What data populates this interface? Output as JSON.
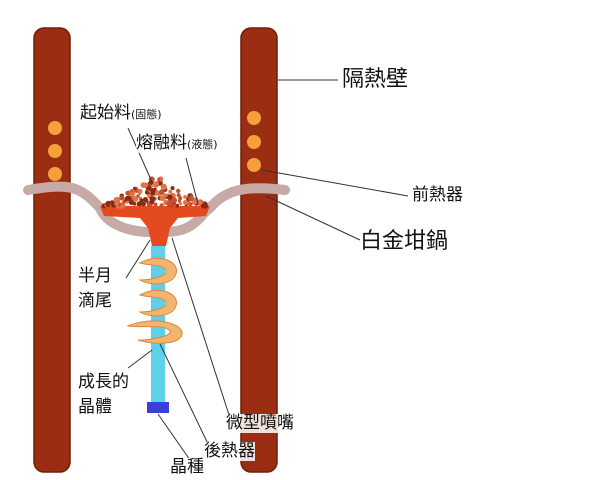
{
  "colors": {
    "wall": "#9b2e12",
    "wall_edge": "#6f1e08",
    "preheater_dot": "#f5a03a",
    "crucible_tube": "#c7a9a6",
    "melt": "#e34a1f",
    "feed": "#c6502a",
    "afterheater": "#f2b46e",
    "crystal": "#5fd0ea",
    "seed": "#3a3fd8",
    "leader": "#333333"
  },
  "labels": {
    "insulation_wall": "隔熱壁",
    "feed_material_main": "起始料",
    "feed_material_state": "(固態)",
    "molten_material_main": "熔融料",
    "molten_material_state": "(液態)",
    "preheater": "前熱器",
    "platinum_crucible": "白金坩鍋",
    "meniscus_line1": "半月",
    "meniscus_line2": "滴尾",
    "grown_crystal_line1": "成長的",
    "grown_crystal_line2": "晶體",
    "micro_nozzle": "微型噴嘴",
    "afterheater": "後熱器",
    "seed_crystal": "晶種"
  }
}
